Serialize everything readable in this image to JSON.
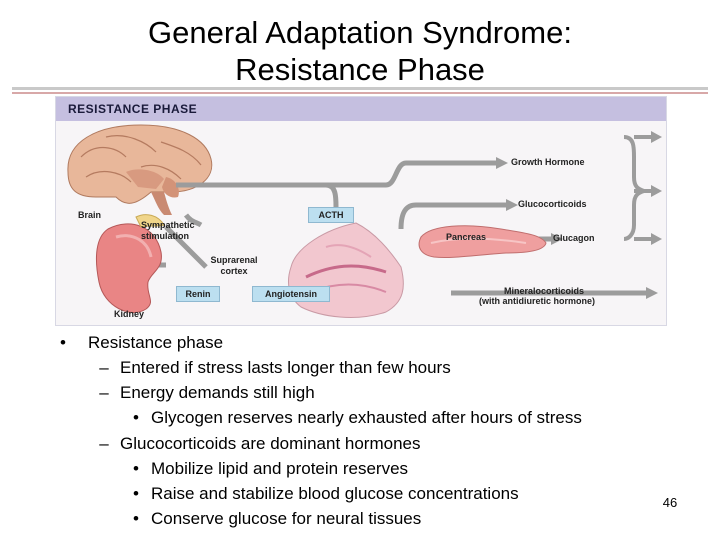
{
  "slide": {
    "title_line1": "General Adaptation Syndrome:",
    "title_line2": "Resistance Phase",
    "page_number": "46"
  },
  "figure": {
    "header": "RESISTANCE PHASE",
    "labels": {
      "brain": "Brain",
      "sympathetic_1": "Sympathetic",
      "sympathetic_2": "stimulation",
      "acth": "ACTH",
      "suprarenal_1": "Suprarenal",
      "suprarenal_2": "cortex",
      "renin": "Renin",
      "angiotensin": "Angiotensin",
      "kidney": "Kidney",
      "pancreas": "Pancreas",
      "growth_hormone": "Growth Hormone",
      "glucocorticoids": "Glucocorticoids",
      "glucagon": "Glucagon",
      "mineralocorticoids": "Mineralocorticoids",
      "antidiuretic": "(with antidiuretic hormone)"
    }
  },
  "bullets": {
    "b1": "Resistance phase",
    "b1_1": "Entered if stress lasts longer than few hours",
    "b1_2": "Energy demands still high",
    "b1_2_1": "Glycogen reserves nearly exhausted after hours of stress",
    "b1_3": "Glucocorticoids are dominant hormones",
    "b1_3_1": "Mobilize lipid and protein reserves",
    "b1_3_2": "Raise and stabilize blood glucose concentrations",
    "b1_3_3": "Conserve glucose for neural tissues"
  },
  "markers": {
    "bullet": "•",
    "dash": "–"
  }
}
